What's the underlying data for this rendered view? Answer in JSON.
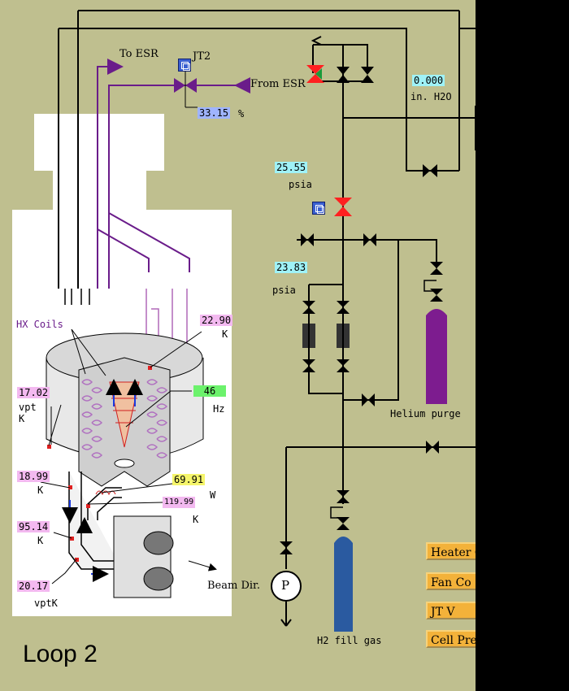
{
  "page": {
    "title": "Loop 2"
  },
  "flow_labels": {
    "to_esr": "To ESR",
    "from_esr": "From ESR",
    "jt2": "JT2",
    "beam_dir": "Beam Dir.",
    "hx_coils": "HX Coils",
    "helium_purge": "Helium purge",
    "h2_fill_gas": "H2 fill gas",
    "pump_symbol": "P"
  },
  "readouts": {
    "jt2_valve_pct": {
      "value": "33.15",
      "unit": "%"
    },
    "pressure_in_h2o": {
      "value": "0.000",
      "unit": "in. H2O"
    },
    "pressure_upper_psia": {
      "value": "25.55",
      "unit": "psia"
    },
    "pressure_lower_psia": {
      "value": "23.83",
      "unit": "psia"
    },
    "temp_top_k": {
      "value": "22.90",
      "unit": "K"
    },
    "fan_freq_hz": {
      "value": "46",
      "unit": "Hz"
    },
    "temp_vpt_k": {
      "value": "17.02",
      "unit": "vpt\nK"
    },
    "temp_18_99": {
      "value": "18.99",
      "unit": "K"
    },
    "heater_power_w": {
      "value": "69.91",
      "unit": "W"
    },
    "temp_119_99": {
      "value": "119.99",
      "unit": "K"
    },
    "temp_95_14": {
      "value": "95.14",
      "unit": "K"
    },
    "temp_vptk": {
      "value": "20.17",
      "unit": "vptK"
    }
  },
  "buttons": [
    {
      "label": "Heater C"
    },
    {
      "label": "Fan Co"
    },
    {
      "label": "JT V"
    },
    {
      "label": "Cell Pre"
    }
  ],
  "colors": {
    "panel_bg": "#bfbf8f",
    "purple_line": "#6a1c8a",
    "helium_cylinder": "#7d1c8f",
    "h2_cylinder": "#2a5aa0",
    "valve_red": "#ff2020",
    "button_orange": "#f3b23a"
  }
}
